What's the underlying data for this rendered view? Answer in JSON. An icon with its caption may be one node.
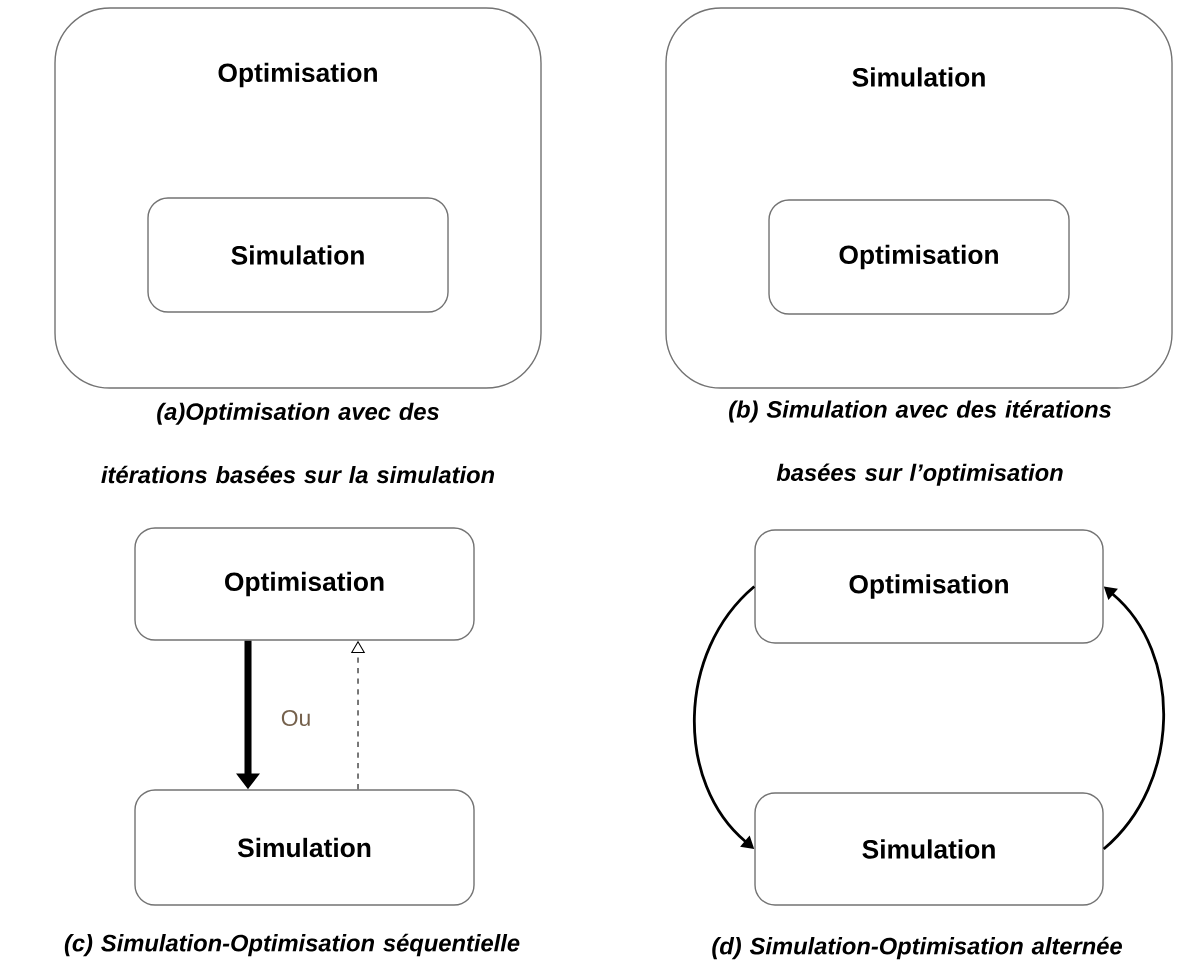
{
  "diagram": {
    "nodes": [
      {
        "text": [
          "Optimisation"
        ]
      },
      {
        "text": [
          "Simulation"
        ],
        "in": 0
      },
      {
        "text": [
          "Simulation"
        ]
      },
      {
        "text": [
          "Optimisation"
        ],
        "in": 2
      },
      {
        "text": [
          "Optimisation"
        ]
      },
      {
        "text": [
          "Simulation"
        ]
      },
      {
        "text": [
          "Optimisation"
        ]
      },
      {
        "text": [
          "Simulation"
        ]
      }
    ],
    "edges": [
      {
        "from": 4,
        "to": 5,
        "arrow": "to",
        "style": "thick"
      },
      {
        "from": 5,
        "to": 4,
        "arrow": "to",
        "style": "dashed"
      },
      {
        "from": 6,
        "to": 7,
        "arrow": "to"
      },
      {
        "from": 7,
        "to": 6,
        "arrow": "to"
      }
    ],
    "labels": [
      "(a)Optimisation avec des itérations basées sur la simulation",
      "(b) Simulation avec des itérations basées sur l’optimisation",
      "Ou",
      "(c) Simulation-Optimisation séquentielle",
      "(d) Simulation-Optimisation alternée"
    ]
  }
}
